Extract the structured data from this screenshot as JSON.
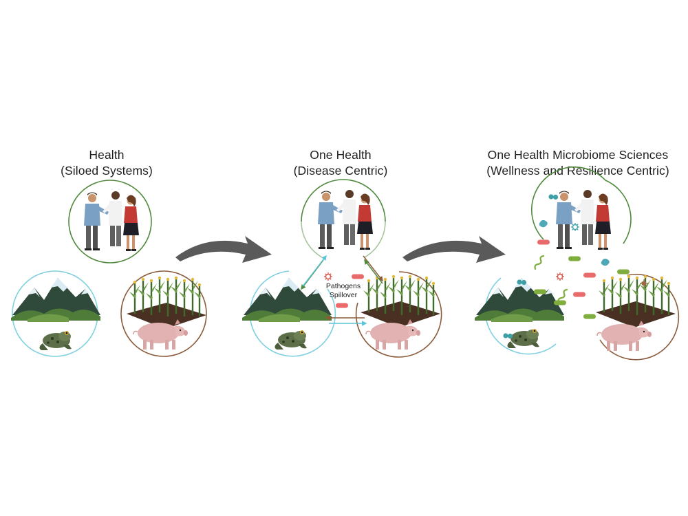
{
  "panels": [
    {
      "title_line1": "Health",
      "title_line2": "(Siloed Systems)"
    },
    {
      "title_line1": "One Health",
      "title_line2": "(Disease Centric)"
    },
    {
      "title_line1": "One Health Microbiome Sciences",
      "title_line2": "(Wellness and Resilience Centric)"
    }
  ],
  "spillover": {
    "line1": "Pathogens",
    "line2": "Spillover"
  },
  "icons": [
    "people-handshake-icon",
    "mountain-icon",
    "frog-icon",
    "corn-field-icon",
    "pig-icon",
    "microbe-icon",
    "flow-arrow-icon"
  ],
  "colors": {
    "human_ring": "#4f8a3c",
    "environment_ring": "#7fd0e0",
    "agriculture_ring": "#8a5a3a",
    "arrow": "#5a5a5a",
    "pathogen": "#e86a6a"
  }
}
